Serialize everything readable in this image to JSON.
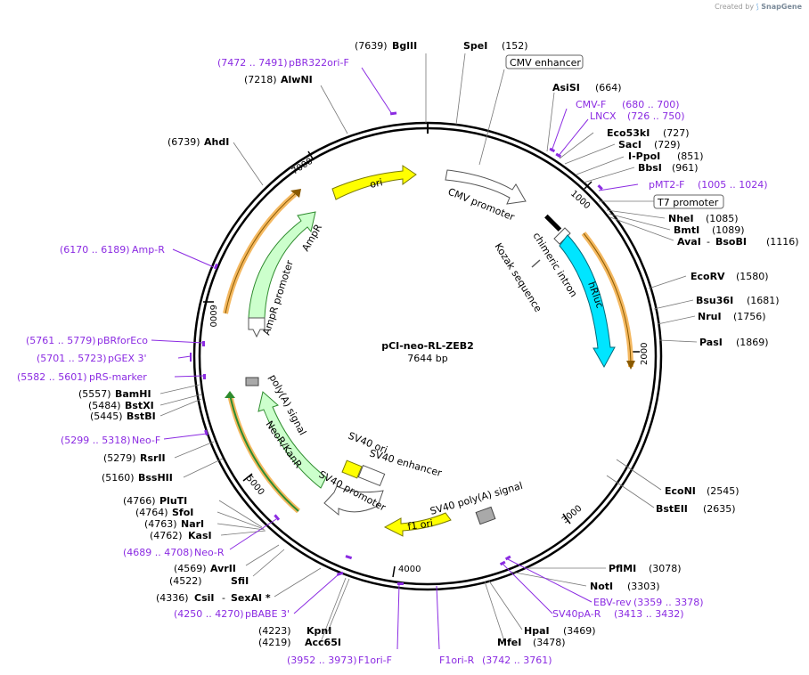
{
  "credit": {
    "prefix": "Created by",
    "brand": "SnapGene"
  },
  "plasmid": {
    "name": "pCI-neo-RL-ZEB2",
    "length_label": "7644 bp",
    "length": 7644
  },
  "ticks": [
    "1000",
    "2000",
    "3000",
    "4000",
    "5000",
    "6000",
    "7000"
  ],
  "sites": [
    {
      "name": "BglII",
      "pos": "(7639)",
      "bold": true
    },
    {
      "name": "SpeI",
      "pos": "(152)",
      "bold": true
    },
    {
      "name": "AsiSI",
      "pos": "(664)",
      "bold": true
    },
    {
      "name": "Eco53kI",
      "pos": "(727)",
      "bold": true
    },
    {
      "name": "SacI",
      "pos": "(729)",
      "bold": true
    },
    {
      "name": "I-PpoI",
      "pos": "(851)",
      "bold": true
    },
    {
      "name": "BbsI",
      "pos": "(961)",
      "bold": true
    },
    {
      "name": "NheI",
      "pos": "(1085)",
      "bold": true
    },
    {
      "name": "BmtI",
      "pos": "(1089)",
      "bold": true
    },
    {
      "name": "AvaI",
      "name2": "BsoBI",
      "pos": "(1116)",
      "bold": true
    },
    {
      "name": "EcoRV",
      "pos": "(1580)",
      "bold": true
    },
    {
      "name": "Bsu36I",
      "pos": "(1681)",
      "bold": true
    },
    {
      "name": "NruI",
      "pos": "(1756)",
      "bold": true
    },
    {
      "name": "PasI",
      "pos": "(1869)",
      "bold": true
    },
    {
      "name": "EcoNI",
      "pos": "(2545)",
      "bold": true
    },
    {
      "name": "BstEII",
      "pos": "(2635)",
      "bold": true
    },
    {
      "name": "PflMI",
      "pos": "(3078)",
      "bold": true
    },
    {
      "name": "NotI",
      "pos": "(3303)",
      "bold": true
    },
    {
      "name": "HpaI",
      "pos": "(3469)",
      "bold": true
    },
    {
      "name": "MfeI",
      "pos": "(3478)",
      "bold": true
    },
    {
      "name": "KpnI",
      "pos": "(4223)",
      "bold": true
    },
    {
      "name": "Acc65I",
      "pos": "(4219)",
      "bold": true
    },
    {
      "name": "CsiI",
      "name2": "SexAI *",
      "pos": "(4336)",
      "bold": true
    },
    {
      "name": "SfiI",
      "pos": "(4522)",
      "bold": true
    },
    {
      "name": "AvrII",
      "pos": "(4569)",
      "bold": true
    },
    {
      "name": "KasI",
      "pos": "(4762)",
      "bold": true
    },
    {
      "name": "NarI",
      "pos": "(4763)",
      "bold": true
    },
    {
      "name": "SfoI",
      "pos": "(4764)",
      "bold": true
    },
    {
      "name": "PluTI",
      "pos": "(4766)",
      "bold": true
    },
    {
      "name": "BssHII",
      "pos": "(5160)",
      "bold": true
    },
    {
      "name": "RsrII",
      "pos": "(5279)",
      "bold": true
    },
    {
      "name": "BstBI",
      "pos": "(5445)",
      "bold": true
    },
    {
      "name": "BstXI",
      "pos": "(5484)",
      "bold": true
    },
    {
      "name": "BamHI",
      "pos": "(5557)",
      "bold": true
    },
    {
      "name": "AhdI",
      "pos": "(6739)",
      "bold": true
    },
    {
      "name": "AlwNI",
      "pos": "(7218)",
      "bold": true
    }
  ],
  "primers": [
    {
      "name": "pBR322ori-F",
      "range": "(7472 .. 7491)"
    },
    {
      "name": "CMV-F",
      "range": "(680 .. 700)"
    },
    {
      "name": "LNCX",
      "range": "(726 .. 750)"
    },
    {
      "name": "pMT2-F",
      "range": "(1005 .. 1024)"
    },
    {
      "name": "Amp-R",
      "range": "(6170 .. 6189)"
    },
    {
      "name": "pBRforEco",
      "range": "(5761 .. 5779)"
    },
    {
      "name": "pGEX 3'",
      "range": "(5701 .. 5723)"
    },
    {
      "name": "pRS-marker",
      "range": "(5582 .. 5601)"
    },
    {
      "name": "Neo-F",
      "range": "(5299 .. 5318)"
    },
    {
      "name": "Neo-R",
      "range": "(4689 .. 4708)"
    },
    {
      "name": "pBABE 3'",
      "range": "(4250 .. 4270)"
    },
    {
      "name": "F1ori-F",
      "range": "(3952 .. 3973)"
    },
    {
      "name": "F1ori-R",
      "range": "(3742 .. 3761)"
    },
    {
      "name": "EBV-rev",
      "range": "(3359 .. 3378)"
    },
    {
      "name": "SV40pA-R",
      "range": "(3413 .. 3432)"
    }
  ],
  "boxed_features": [
    {
      "name": "CMV enhancer"
    },
    {
      "name": "T7 promoter"
    }
  ],
  "features": [
    {
      "name": "ori",
      "color": "#ffff00"
    },
    {
      "name": "CMV promoter",
      "color": "#ffffff"
    },
    {
      "name": "chimeric intron",
      "color": "#ffffff"
    },
    {
      "name": "hRluc",
      "color": "#00e5ff"
    },
    {
      "name": "Kozak sequence",
      "color": "#ffffff"
    },
    {
      "name": "AmpR",
      "color": "#ccffcc"
    },
    {
      "name": "AmpR promoter",
      "color": "#ffffff"
    },
    {
      "name": "poly(A) signal",
      "color": "#a9a9a9"
    },
    {
      "name": "NeoR/KanR",
      "color": "#ccffcc"
    },
    {
      "name": "SV40 ori",
      "color": "#ffff00"
    },
    {
      "name": "SV40 enhancer",
      "color": "#ffffff"
    },
    {
      "name": "SV40 promoter",
      "color": "#ffffff"
    },
    {
      "name": "SV40 poly(A) signal",
      "color": "#a9a9a9"
    },
    {
      "name": "f1 ori",
      "color": "#ffff00"
    }
  ],
  "colors": {
    "primer": "#8b2be2",
    "orf_band": "#f4b860",
    "backbone": "#000000"
  }
}
